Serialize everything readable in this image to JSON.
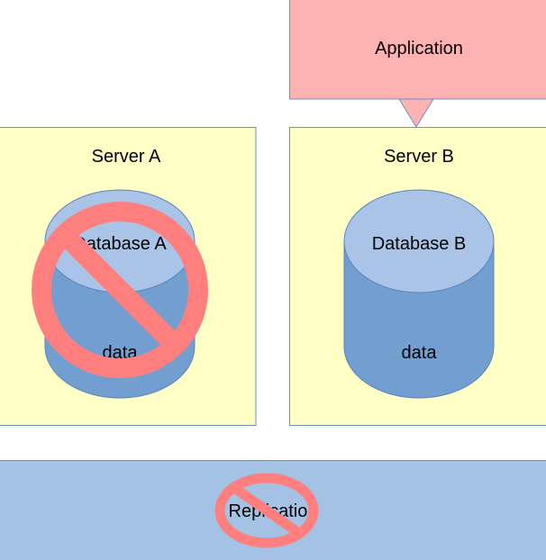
{
  "application": {
    "label": "Application",
    "color": "#ffb2b2"
  },
  "server_a": {
    "title": "Server A",
    "database_label": "Database A",
    "data_label": "data",
    "status": "failed"
  },
  "server_b": {
    "title": "Server B",
    "database_label": "Database B",
    "data_label": "data",
    "status": "active"
  },
  "replication": {
    "label": "Replication",
    "status": "failed"
  },
  "colors": {
    "server_fill": "#ffffc6",
    "server_stroke": "#6d8fd0",
    "db_body": "#729fcf",
    "db_top": "#a9c4e6",
    "db_stroke": "#5b84c0",
    "replication_band": "#a4c2e4",
    "prohibit_red": "#ff7f7f",
    "app_stroke": "#6d8fd0"
  },
  "icons": {
    "failure_marker": "prohibited-icon"
  }
}
